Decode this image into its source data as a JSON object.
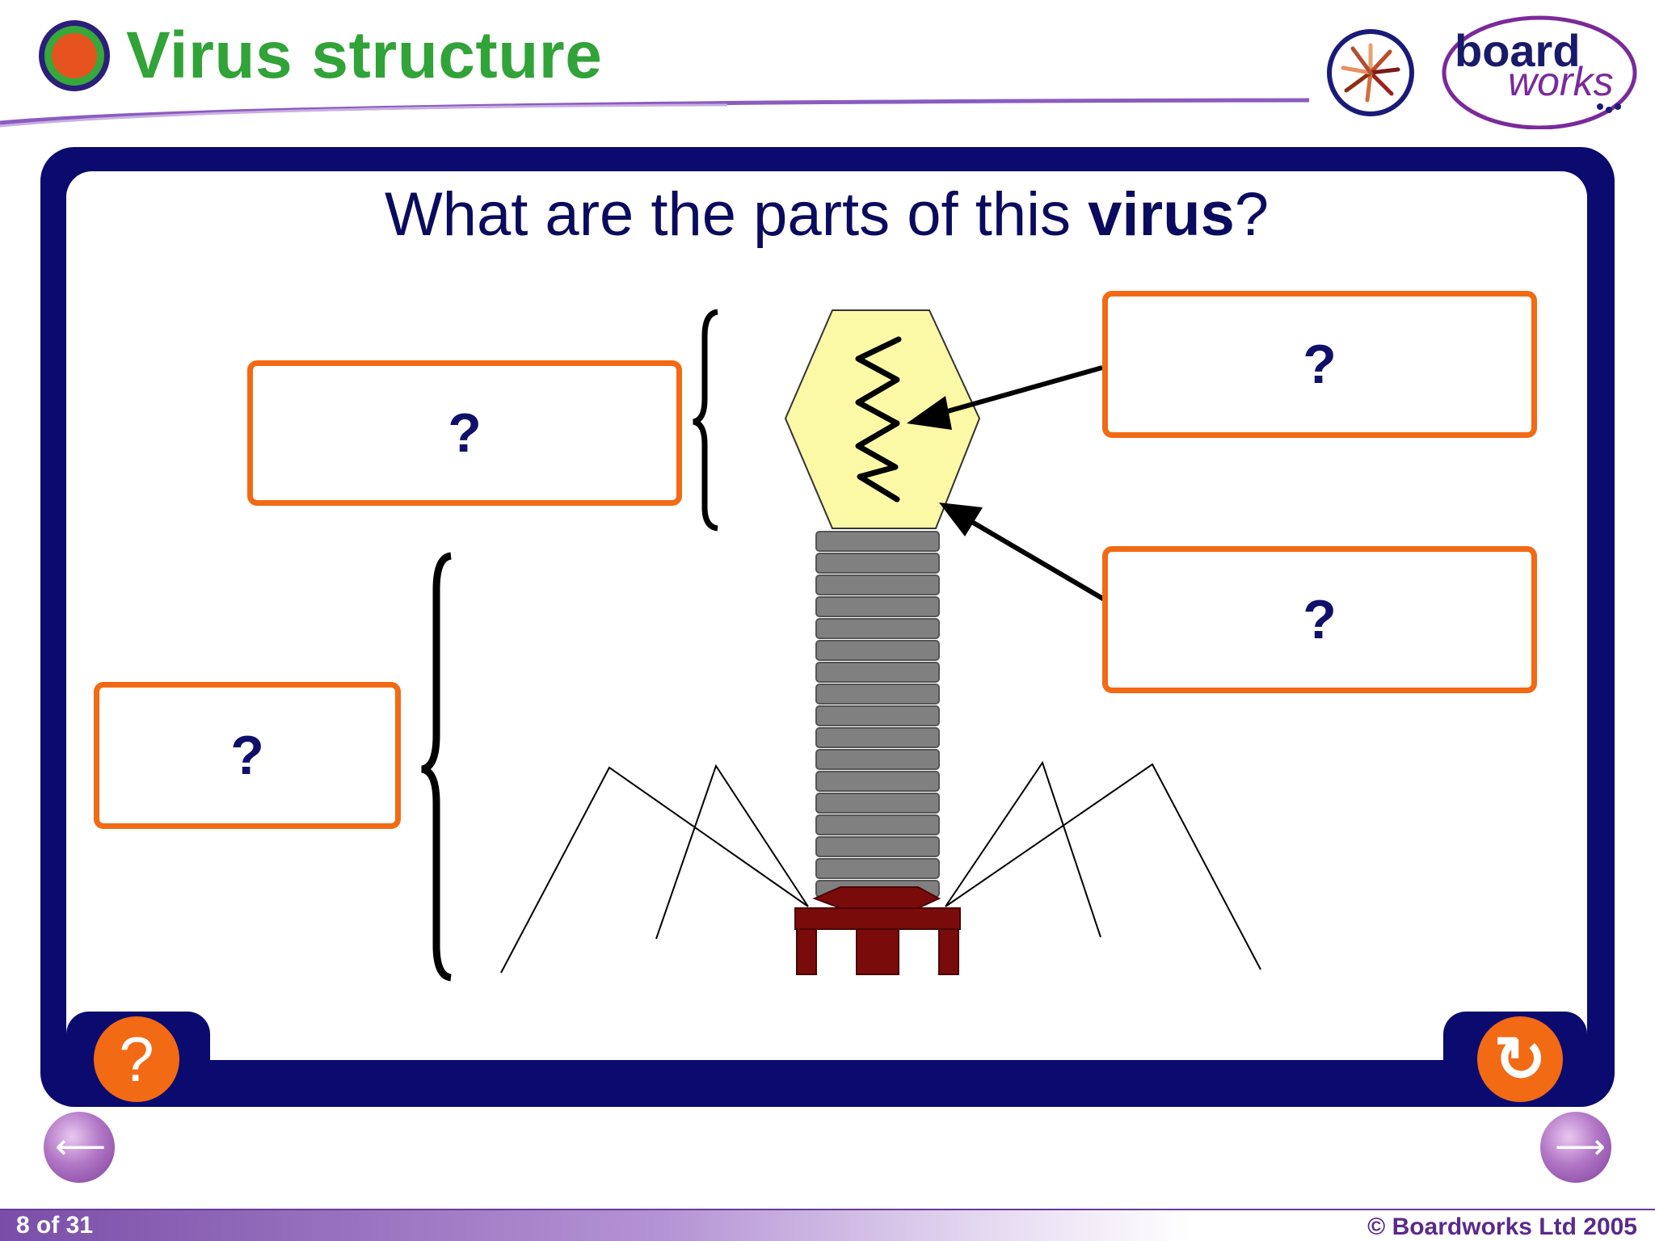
{
  "header": {
    "title": "Virus structure",
    "logo_text_1": "board",
    "logo_text_2": "works"
  },
  "main": {
    "question_prefix": "What are the parts of this ",
    "question_bold": "virus",
    "question_suffix": "?",
    "boxes": [
      {
        "label": "?"
      },
      {
        "label": "?"
      },
      {
        "label": "?"
      },
      {
        "label": "?"
      }
    ]
  },
  "controls": {
    "help_glyph": "?",
    "reset_glyph": "↻",
    "prev_glyph": "⟵",
    "next_glyph": "⟶"
  },
  "footer": {
    "slide_number": "8 of 31",
    "copyright": "© Boardworks Ltd 2005"
  },
  "colors": {
    "title_green": "#31a338",
    "frame_navy": "#0b0a6e",
    "box_orange": "#f26a14",
    "capsid_yellow": "#fbf9a6",
    "tail_grey": "#808080",
    "base_maroon": "#7a0b0b",
    "footer_purple": "#7a4ea8"
  },
  "icons": [
    "virus-topic-icon",
    "boardworks-sunburst-logo",
    "boardworks-wordmark-logo",
    "help-icon",
    "reset-icon",
    "prev-arrow-icon",
    "next-arrow-icon"
  ]
}
